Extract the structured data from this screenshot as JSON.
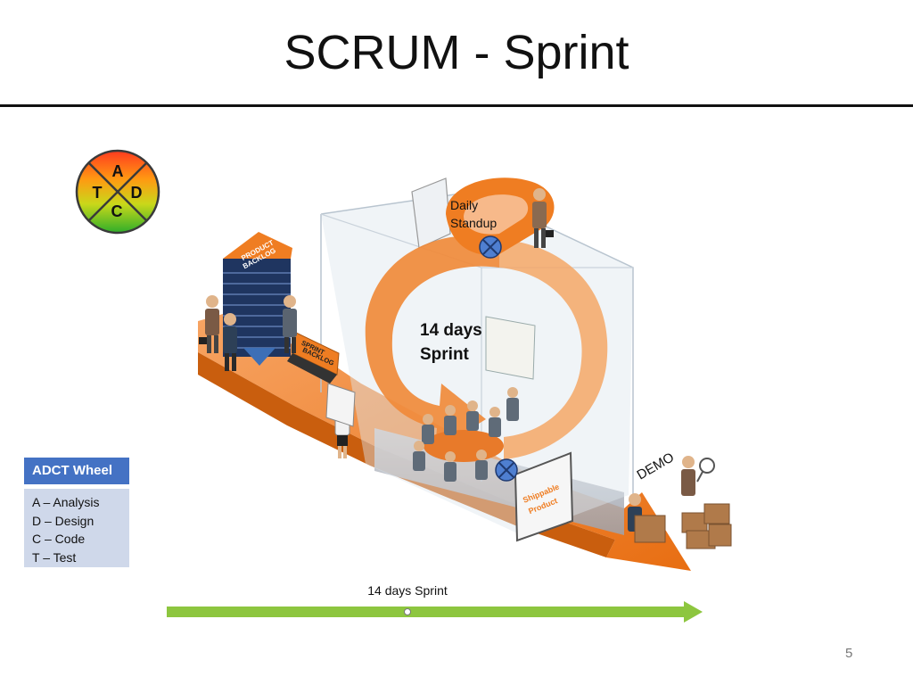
{
  "slide": {
    "title": "SCRUM - Sprint",
    "page_number": "5"
  },
  "wheel": {
    "letters": {
      "top": "A",
      "left": "T",
      "right": "D",
      "bottom": "C"
    }
  },
  "legend": {
    "header": "ADCT Wheel",
    "items": [
      "A – Analysis",
      "D – Design",
      "C – Code",
      "T – Test"
    ]
  },
  "diagram": {
    "daily_standup_line1": "Daily",
    "daily_standup_line2": "Standup",
    "sprint_line1": "14 days",
    "sprint_line2": "Sprint",
    "demo": "DEMO",
    "product_backlog_line1": "PRODUCT",
    "product_backlog_line2": "BACKLOG",
    "sprint_backlog_line1": "SPRINT",
    "sprint_backlog_line2": "BACKLOG",
    "shippable_line1": "Shippable",
    "shippable_line2": "Product"
  },
  "timeline": {
    "label": "14 days Sprint",
    "color": "#8dc63f"
  },
  "colors": {
    "orange": "#ef7d22",
    "orange_light": "#f6b27a",
    "backlog_blue": "#243a66",
    "legend_header": "#4472c4",
    "legend_body": "#cfd8ea"
  }
}
